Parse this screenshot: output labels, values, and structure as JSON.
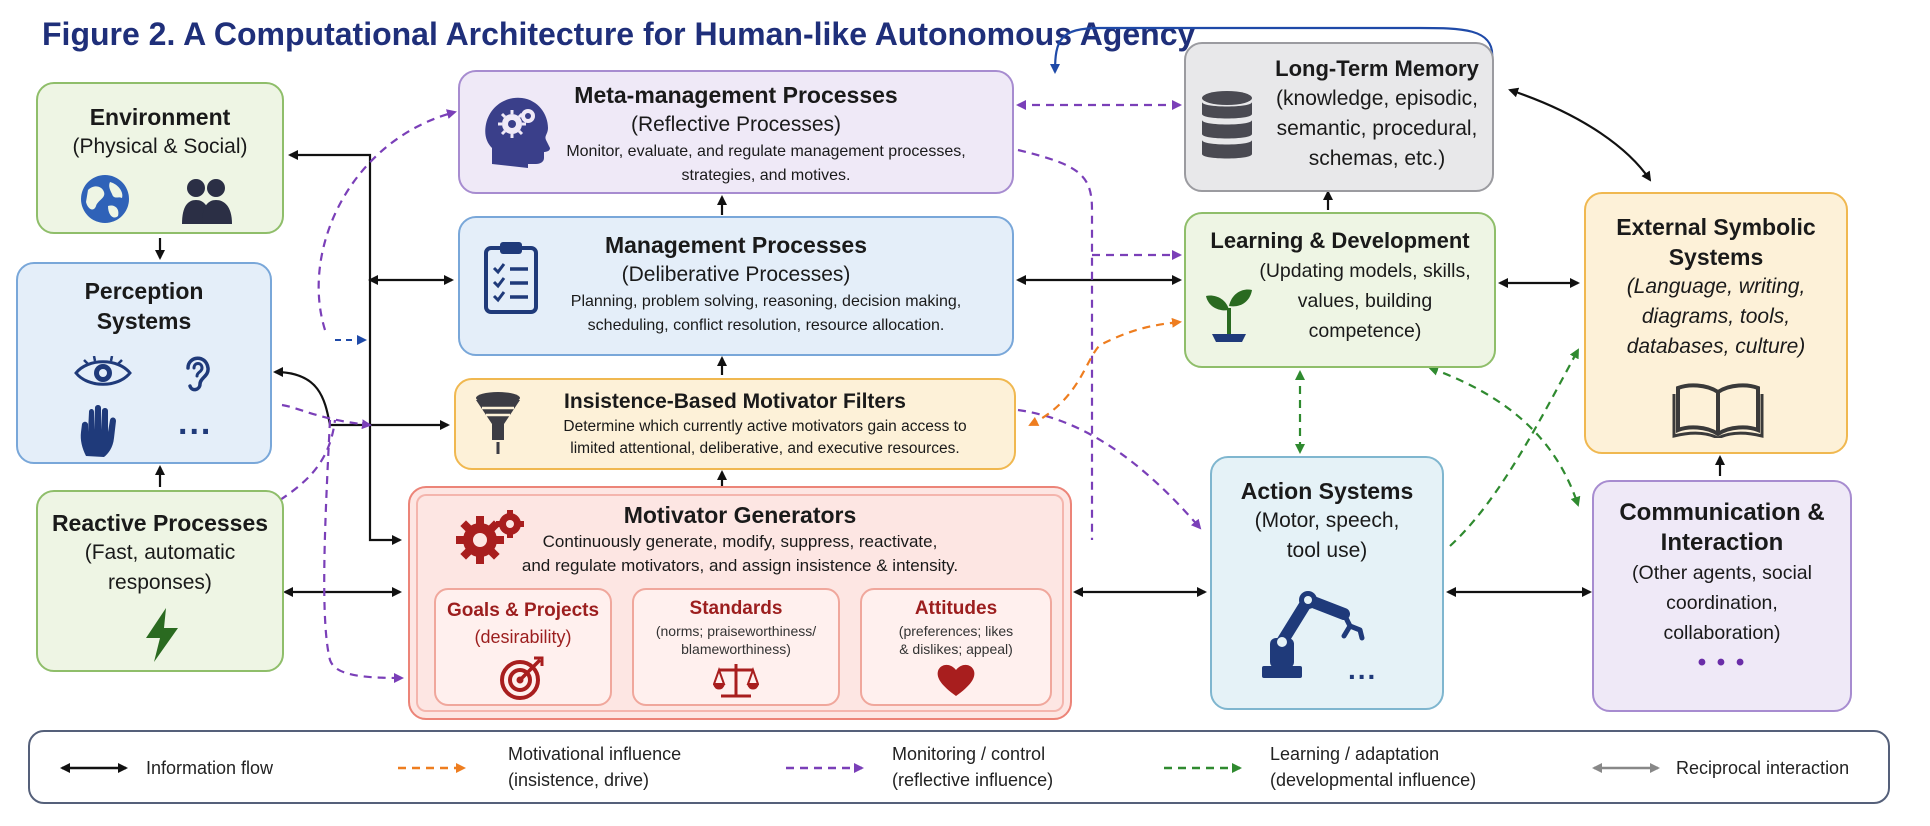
{
  "figure_title": "Figure 2.   A Computational Architecture for Human-like Autonomous Agency",
  "nodes": {
    "environment": {
      "title": "Environment",
      "subtitle": "(Physical & Social)"
    },
    "perception": {
      "title1": "Perception",
      "title2": "Systems",
      "ellipsis": "..."
    },
    "reactive": {
      "title": "Reactive Processes",
      "line1": "(Fast, automatic",
      "line2": "responses)"
    },
    "meta": {
      "title": "Meta-management Processes",
      "subtitle": "(Reflective Processes)",
      "desc1": "Monitor, evaluate, and regulate management processes,",
      "desc2": "strategies, and motives."
    },
    "management": {
      "title": "Management Processes",
      "subtitle": "(Deliberative Processes)",
      "desc1": "Planning, problem solving, reasoning, decision making,",
      "desc2": "scheduling, conflict resolution, resource allocation."
    },
    "filters": {
      "title": "Insistence-Based Motivator Filters",
      "desc1": "Determine which currently active motivators gain access to",
      "desc2": "limited attentional, deliberative, and executive resources."
    },
    "generators": {
      "title": "Motivator Generators",
      "desc1": "Continuously generate, modify, suppress, reactivate,",
      "desc2": "and regulate motivators, and assign insistence & intensity.",
      "cards": [
        {
          "title": "Goals & Projects",
          "sub": "(desirability)"
        },
        {
          "title": "Standards",
          "sub1": "(norms; praiseworthiness/",
          "sub2": "blameworthiness)"
        },
        {
          "title": "Attitudes",
          "sub1": "(preferences; likes",
          "sub2": "& dislikes; appeal)"
        }
      ]
    },
    "ltm": {
      "title": "Long-Term Memory",
      "line1": "(knowledge, episodic,",
      "line2": "semantic, procedural,",
      "line3": "schemas, etc.)"
    },
    "learning": {
      "title": "Learning & Development",
      "line1": "(Updating models, skills,",
      "line2": "values, building",
      "line3": "competence)"
    },
    "action": {
      "title": "Action Systems",
      "line1": "(Motor, speech,",
      "line2": "tool use)",
      "ellipsis": "..."
    },
    "external": {
      "title1": "External Symbolic",
      "title2": "Systems",
      "line1": "(Language, writing,",
      "line2": "diagrams, tools,",
      "line3": "databases, culture)"
    },
    "communication": {
      "title1": "Communication &",
      "title2": "Interaction",
      "line1": "(Other agents, social",
      "line2": "coordination,",
      "line3": "collaboration)",
      "ellipsis": "• • •"
    }
  },
  "legend": [
    {
      "label": "Information flow",
      "style": "solid",
      "color": "#111111"
    },
    {
      "label1": "Motivational influence",
      "label2": "(insistence, drive)",
      "style": "dashed",
      "color": "#ee7d1f"
    },
    {
      "label1": "Monitoring / control",
      "label2": "(reflective influence)",
      "style": "dashed",
      "color": "#7a3fb8"
    },
    {
      "label1": "Learning / adaptation",
      "label2": "(developmental influence)",
      "style": "dashed",
      "color": "#2f8a2f"
    },
    {
      "label": "Reciprocal interaction",
      "style": "solid",
      "color": "#888888"
    }
  ],
  "colors": {
    "title": "#1f2f7a",
    "info_flow": "#111111",
    "motivational": "#ee7d1f",
    "monitoring": "#7a3fb8",
    "learning": "#2f8a2f",
    "reciprocal": "#888888",
    "icon_blue": "#1f3a7a",
    "icon_red": "#a81e1e"
  }
}
